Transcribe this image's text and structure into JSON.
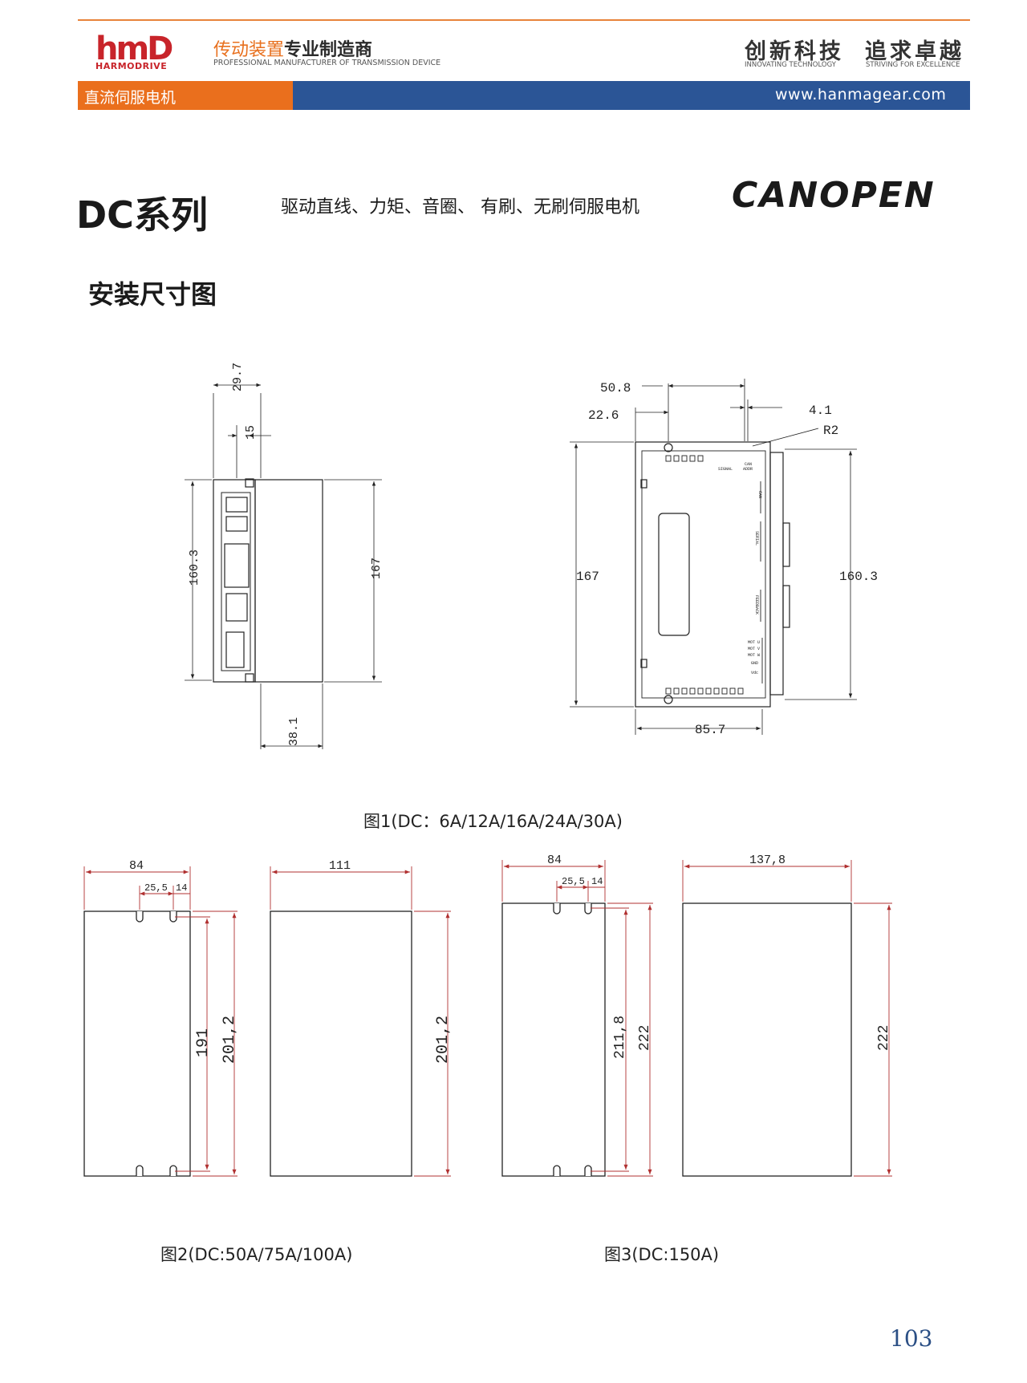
{
  "header": {
    "logo_text": "hmD",
    "logo_sub": "HARMODRIVE",
    "company_cn_1": "传动装置",
    "company_cn_2": "专业制造商",
    "company_en": "PROFESSIONAL MANUFACTURER OF TRANSMISSION DEVICE",
    "slogan1_cn": "创新科技",
    "slogan1_en": "INNOVATING TECHNOLOGY",
    "slogan2_cn": "追求卓越",
    "slogan2_en": "STRIVING FOR EXCELLENCE",
    "category": "直流伺服电机",
    "website": "www.hanmagear.com"
  },
  "colors": {
    "orange": "#ea6f1d",
    "blue": "#2b5596",
    "dim_red": "#b03030"
  },
  "title": {
    "series": "DC系列",
    "description": "驱动直线、力矩、音圈、 有刷、无刷伺服电机",
    "protocol": "CANOPEN",
    "section": "安装尺寸图"
  },
  "fig1": {
    "side": {
      "d1": "29.7",
      "d2": "15",
      "d3": "160.3",
      "d4": "167",
      "d5": "38.1"
    },
    "front": {
      "d1": "50.8",
      "d2": "22.6",
      "d3": "4.1",
      "d4": "R2",
      "d5": "167",
      "d6": "160.3",
      "d7": "85.7"
    },
    "labels": [
      "SIGNAL",
      "CAN",
      "ADDR",
      "CAN",
      "SERIAL",
      "FEEDBACK",
      "MOT U",
      "MOT V",
      "MOT W",
      "GND",
      "Vdc"
    ],
    "caption": "图1(DC：6A/12A/16A/24A/30A)"
  },
  "fig2": {
    "w1": "84",
    "slot1": "25,5",
    "slot2": "14",
    "h1": "191",
    "h2": "201,2",
    "w2": "111",
    "h3": "201,2",
    "caption": "图2(DC:50A/75A/100A)"
  },
  "fig3": {
    "w1": "84",
    "slot1": "25,5",
    "slot2": "14",
    "h1": "211,8",
    "h2": "222",
    "w2": "137,8",
    "h3": "222",
    "caption": "图3(DC:150A)"
  },
  "page_number": "103"
}
